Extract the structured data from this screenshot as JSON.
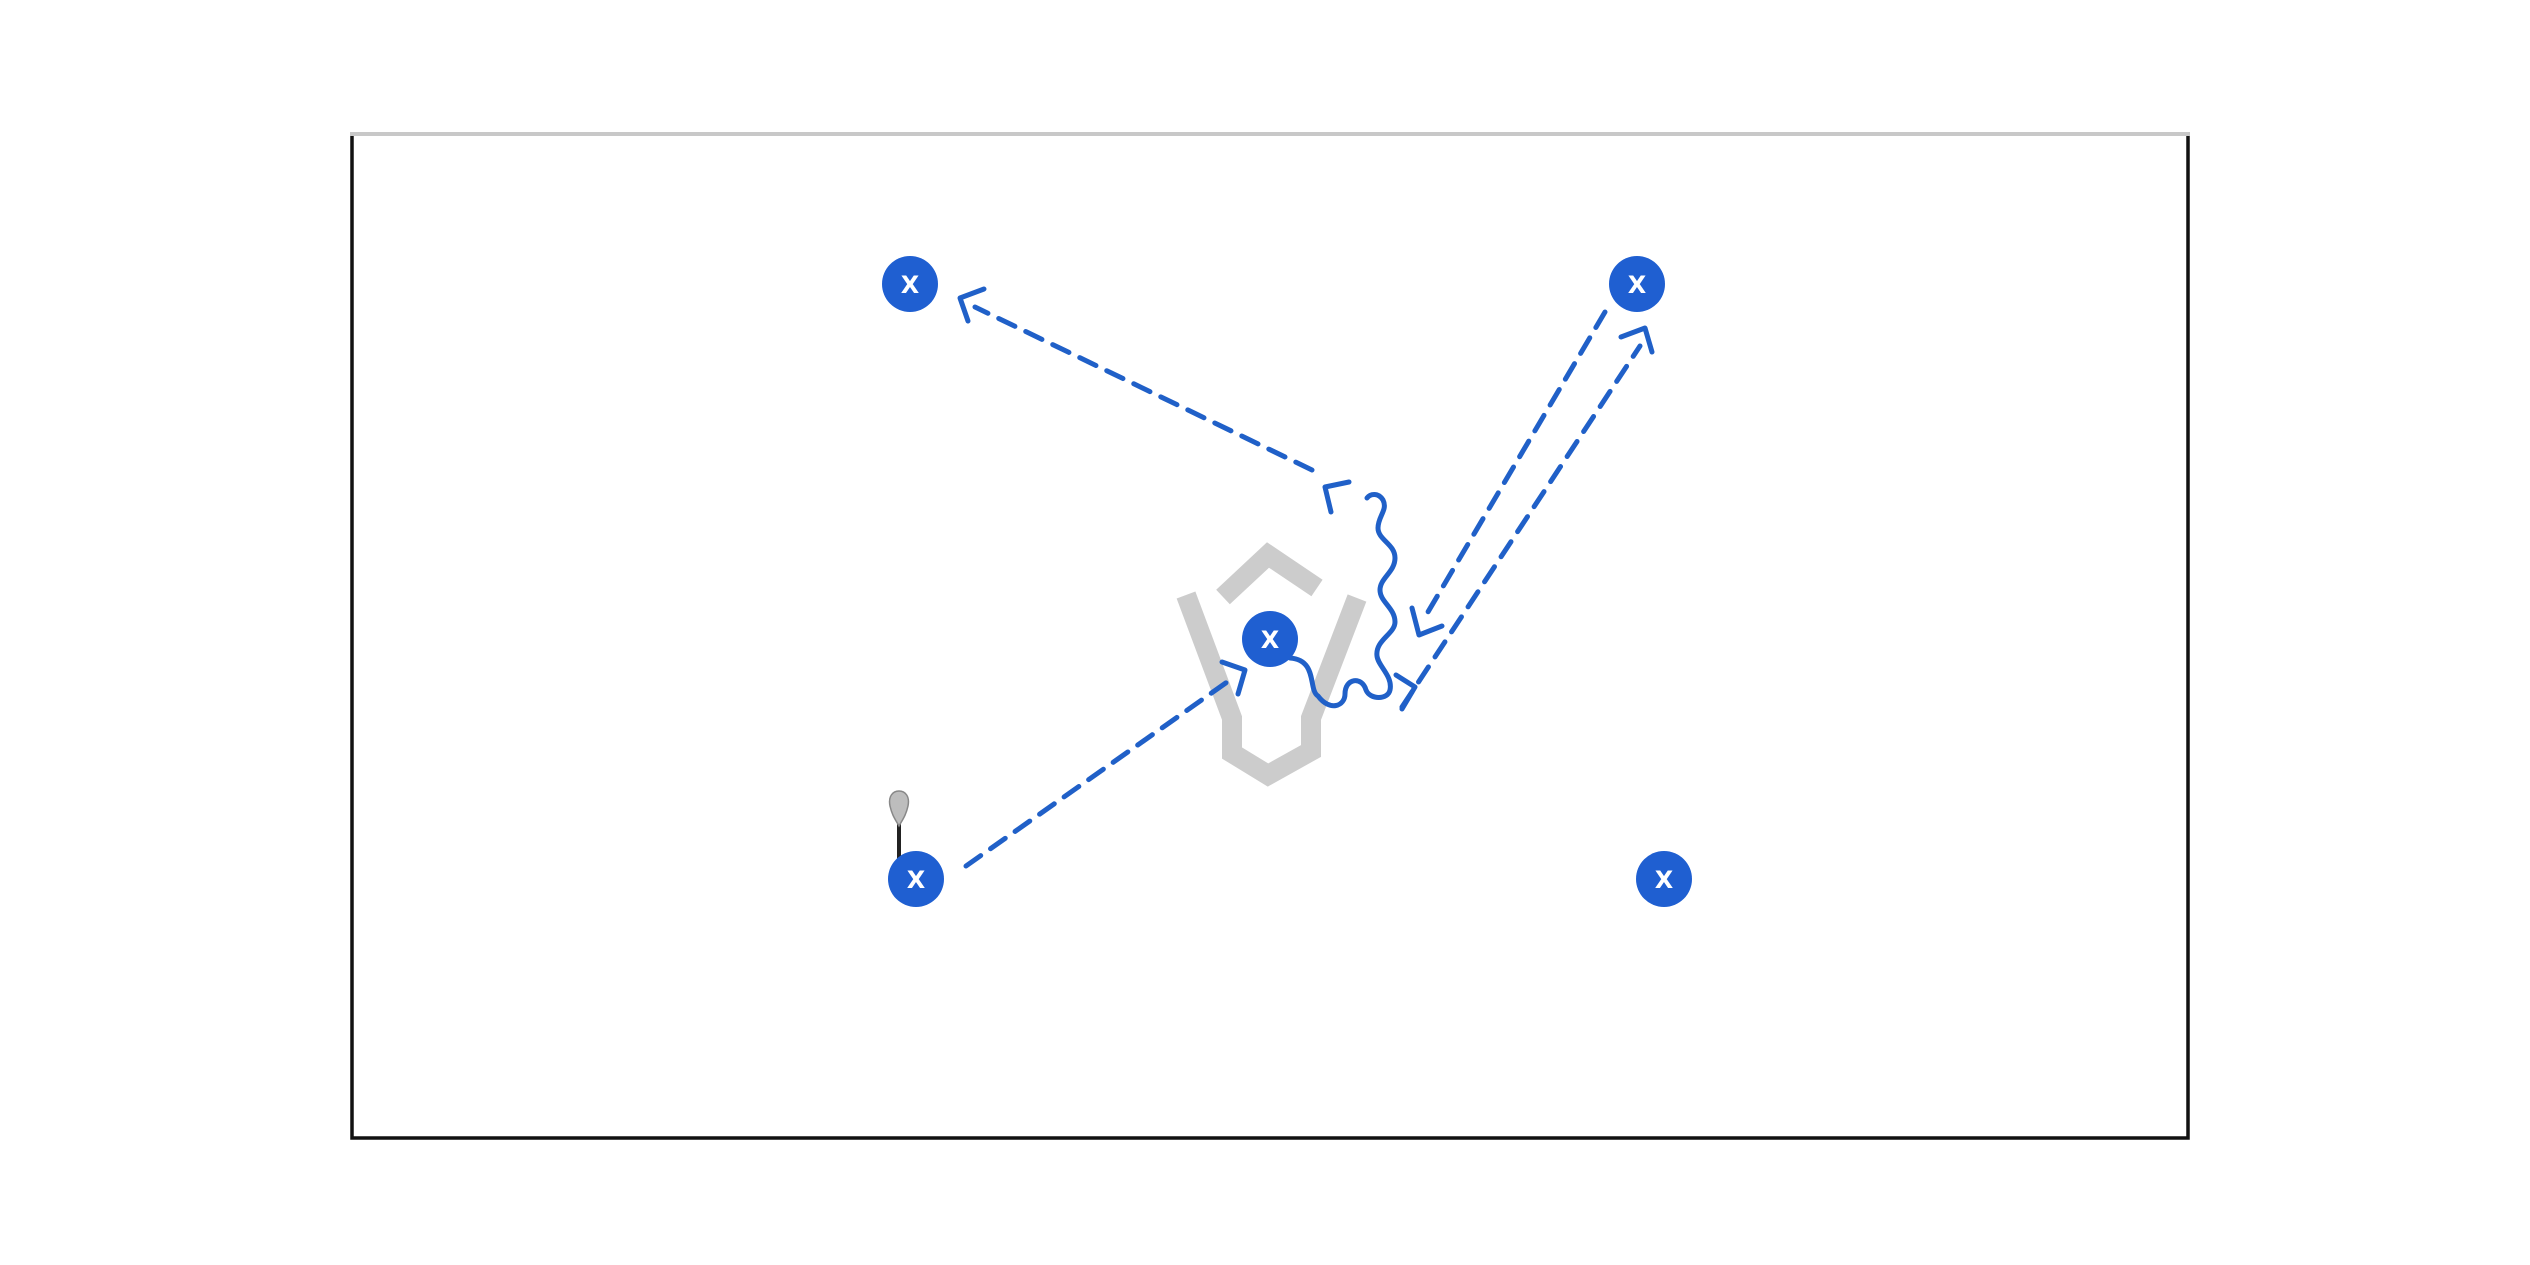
{
  "colors": {
    "player": "#1f5fd1",
    "movement": "#2060c8",
    "field_line": "#111111",
    "field_top_line": "#c8c8c8",
    "goal_crease": "#cccccc",
    "ball_carrier_stick": "#bdbdbd"
  },
  "players": [
    {
      "id": "p-top-left",
      "label": "X"
    },
    {
      "id": "p-top-right",
      "label": "X"
    },
    {
      "id": "p-center",
      "label": "X"
    },
    {
      "id": "p-bottom-left",
      "label": "X",
      "has_stick": true
    },
    {
      "id": "p-bottom-right",
      "label": "X"
    }
  ],
  "movements": [
    {
      "id": "pass-bottom-left-to-center",
      "kind": "pass",
      "style": "dashed"
    },
    {
      "id": "dodge-center-around-crease",
      "kind": "dodge",
      "style": "wavy"
    },
    {
      "id": "pass-crease-to-top-left",
      "kind": "pass",
      "style": "dashed"
    },
    {
      "id": "pass-crease-to-top-right",
      "kind": "pass",
      "style": "dashed"
    },
    {
      "id": "pass-top-right-to-crease",
      "kind": "pass",
      "style": "dashed"
    }
  ],
  "icons": {
    "goal": "lacrosse-goal-crease-icon",
    "stick": "lacrosse-stick-icon"
  }
}
